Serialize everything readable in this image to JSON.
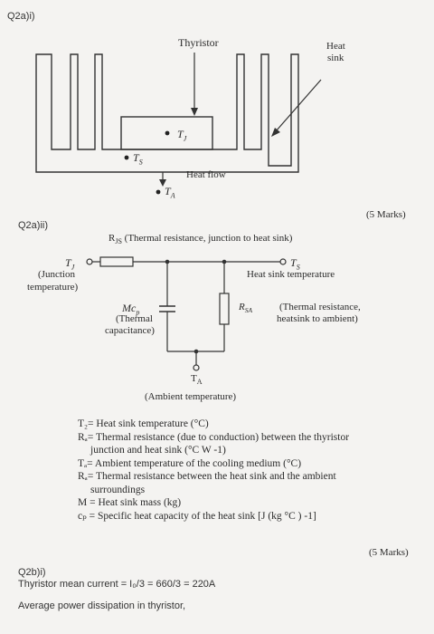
{
  "q2ai": {
    "label": "Q2a)i)",
    "thyristor": "Thyristor",
    "heat_sink_l1": "Heat",
    "heat_sink_l2": "sink",
    "tj": "T",
    "tj_sub": "J",
    "ts": "T",
    "ts_sub": "S",
    "heat_flow": "Heat flow",
    "ta": "T",
    "ta_sub": "A",
    "marks": "(5 Marks)"
  },
  "q2aii": {
    "label": "Q2a)ii)",
    "rjs_title_r": "R",
    "rjs_title_sub": "JS",
    "rjs_title_rest": "(Thermal resistance, junction to heat sink)",
    "tj_node": "T",
    "tj_node_sub": "J",
    "tj_desc_l1": "(Junction",
    "tj_desc_l2": "temperature)",
    "ts_node": "T",
    "ts_node_sub": "S",
    "ts_desc": "Heat sink temperature",
    "mcp": "Mc",
    "mcp_sub": "p",
    "mcp_desc_l1": "(Thermal",
    "mcp_desc_l2": "capacitance)",
    "rsa": "R",
    "rsa_sub": "SA",
    "rsa_desc_l1": "(Thermal resistance,",
    "rsa_desc_l2": "heatsink to ambient)",
    "ta_node": "T",
    "ta_node_sub": "A",
    "ta_desc": "(Ambient temperature)",
    "legend": [
      "T₂= Heat sink temperature (°C)",
      "Rₐ= Thermal resistance (due to conduction) between the thyristor",
      "junction and heat sink (°C W -1)",
      "Tₐ= Ambient temperature of the cooling medium (°C)",
      "Rₐ= Thermal resistance between the heat sink and the ambient",
      "surroundings",
      "M = Heat sink mass (kg)",
      "cₚ = Specific heat capacity of the heat sink [J (kg °C ) -1]"
    ],
    "marks": "(5 Marks)"
  },
  "q2bi": {
    "label": "Q2b)i)",
    "line1": "Thyristor mean current = I₀/3 = 660/3 = 220A",
    "line2": "Average power dissipation in thyristor,"
  }
}
